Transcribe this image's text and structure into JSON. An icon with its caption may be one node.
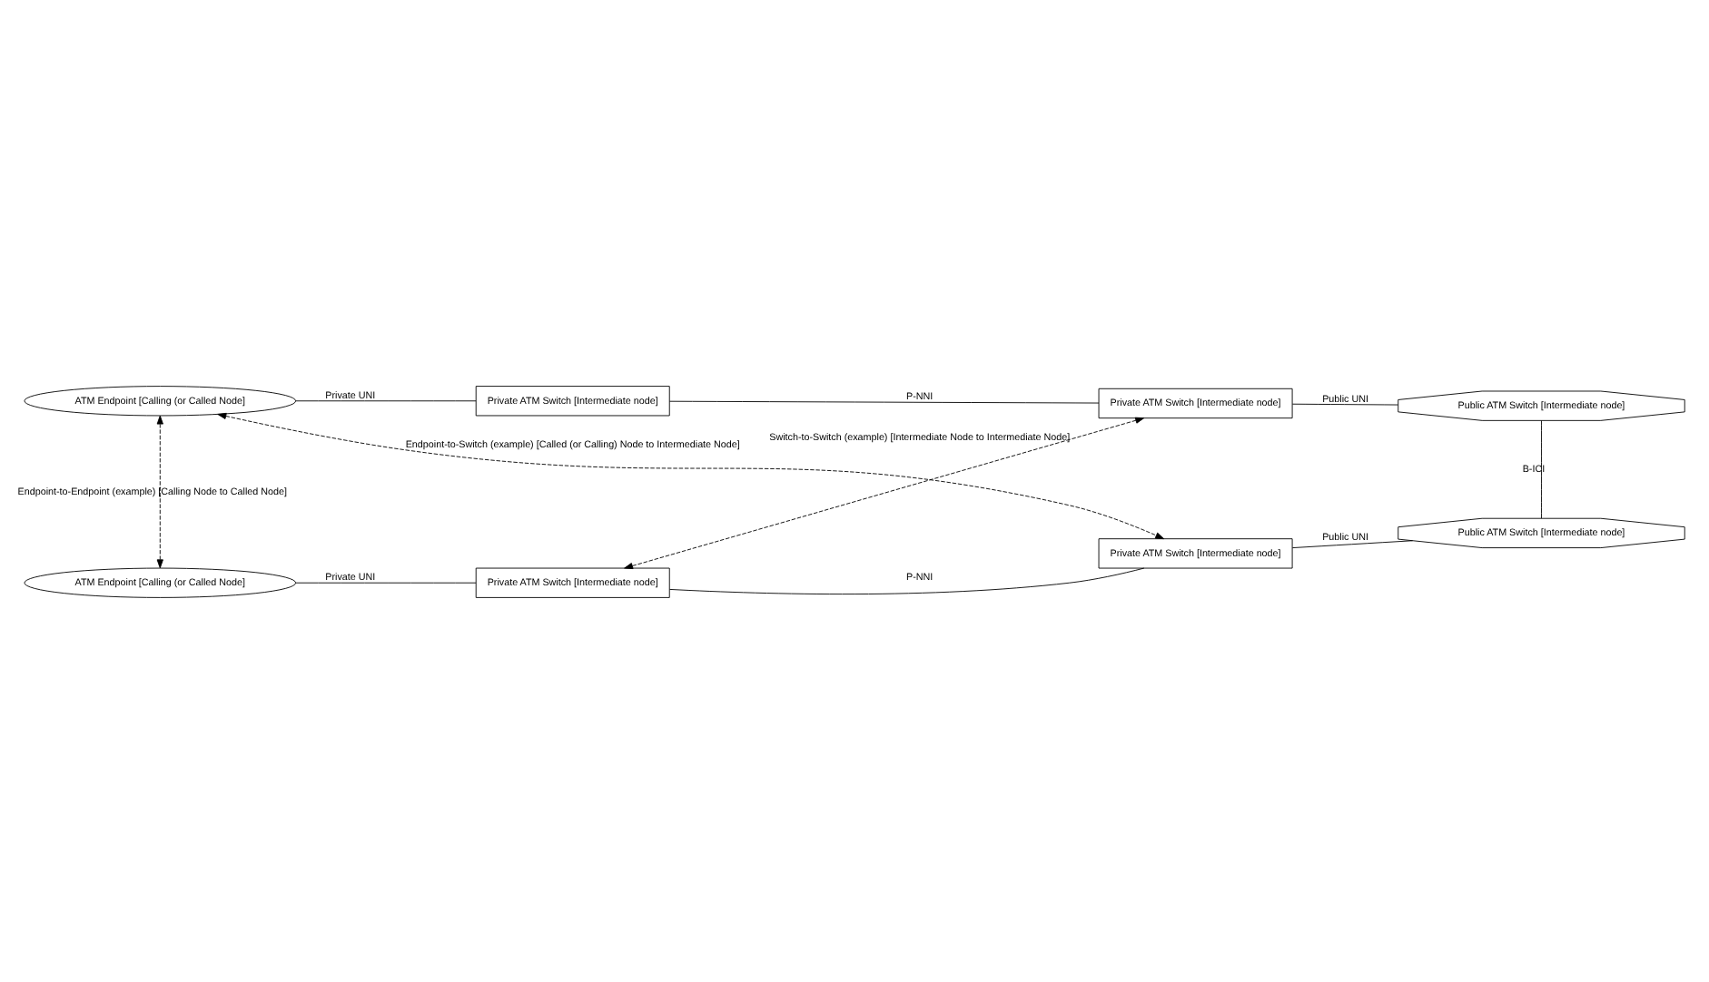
{
  "diagram": {
    "nodes": [
      {
        "text": [
          "Private ATM Switch [Intermediate node]"
        ]
      },
      {
        "text": [
          "Private ATM Switch [Intermediate node]"
        ]
      },
      {
        "text": [
          "ATM Endpoint [Calling (or Called Node]"
        ]
      },
      {
        "text": [
          "Public ATM Switch [Intermediate node]"
        ]
      },
      {
        "text": [
          "ATM Endpoint [Calling (or Called Node]"
        ]
      },
      {
        "text": [
          "Public ATM Switch [Intermediate node]"
        ]
      },
      {
        "text": [
          "Private ATM Switch [Intermediate node]"
        ]
      },
      {
        "text": [
          "Private ATM Switch [Intermediate node]"
        ]
      }
    ],
    "edges": [
      {
        "from": 2,
        "to": 0,
        "arrow": "none",
        "label": "Private UNI"
      },
      {
        "from": 0,
        "to": 1,
        "arrow": "none",
        "label": "P-NNI"
      },
      {
        "from": 1,
        "to": 3,
        "arrow": "none",
        "label": "Public UNI"
      },
      {
        "from": 3,
        "to": 5,
        "arrow": "none",
        "label": "B-ICI"
      },
      {
        "from": 2,
        "to": 4,
        "arrow": "both",
        "style": "dashed",
        "label": "Endpoint-to-Endpoint (example) [Calling Node to Called Node]"
      },
      {
        "from": 1,
        "to": 6,
        "arrow": "both",
        "style": "dashed",
        "label": "Switch-to-Switch (example) [Intermediate Node to Intermediate Node]"
      },
      {
        "from": 4,
        "to": 6,
        "arrow": "none",
        "label": "Private UNI"
      },
      {
        "from": 5,
        "to": 7,
        "arrow": "none",
        "label": "Public UNI"
      },
      {
        "from": 6,
        "to": 7,
        "arrow": "none",
        "label": "P-NNI"
      },
      {
        "from": 2,
        "to": 7,
        "arrow": "both",
        "style": "dashed",
        "label": "Endpoint-to-Switch (example) [Called (or Calling) Node to Intermediate Node]"
      }
    ]
  }
}
